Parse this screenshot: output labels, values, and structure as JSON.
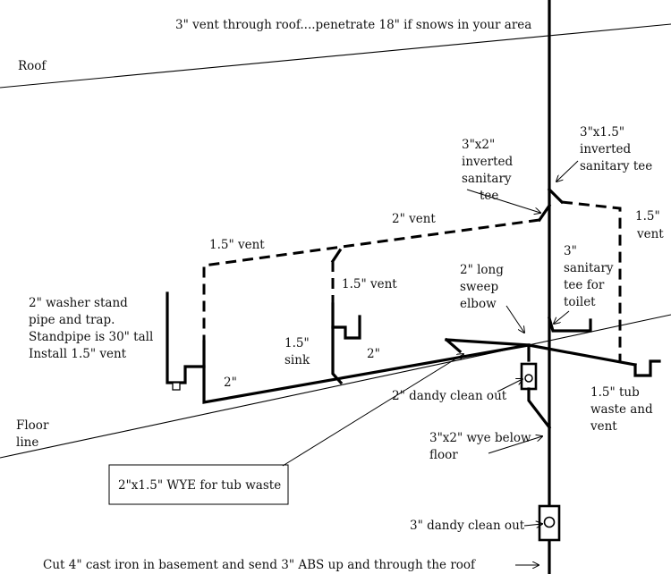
{
  "labels": {
    "top_vent": "3\" vent through roof....penetrate 18\" if snows in your area",
    "roof": "Roof",
    "inverted_3x2": [
      "3\"x2\"",
      "inverted",
      "sanitary",
      "tee"
    ],
    "inverted_3x15": [
      "3\"x1.5\"",
      "inverted",
      "sanitary tee"
    ],
    "vent_2in": "2\" vent",
    "vent_15_right": [
      "1.5\"",
      "vent"
    ],
    "vent_15_top": "1.5\" vent",
    "vent_15_mid": "1.5\" vent",
    "sanitary_tee_toilet": [
      "3\"",
      "sanitary",
      "tee for",
      "toilet"
    ],
    "long_sweep_elbow": [
      "2\" long",
      "sweep",
      "elbow"
    ],
    "washer": [
      "2\" washer stand",
      "pipe and trap.",
      "Standpipe is 30\" tall",
      "Install 1.5\" vent"
    ],
    "sink": [
      "1.5\"",
      "sink"
    ],
    "drain_2in_a": "2\"",
    "drain_2in_b": "2\"",
    "dandy_2in": "2\" dandy clean out",
    "tub": [
      "1.5\" tub",
      "waste and",
      "vent"
    ],
    "floor": [
      "Floor",
      "line"
    ],
    "wye_3x2": [
      "3\"x2\" wye below",
      "floor"
    ],
    "wye_box": "2\"x1.5\" WYE for tub waste",
    "dandy_3in": "3\" dandy clean out",
    "bottom_note": "Cut 4\" cast iron in basement and send 3\" ABS up and through the roof"
  }
}
